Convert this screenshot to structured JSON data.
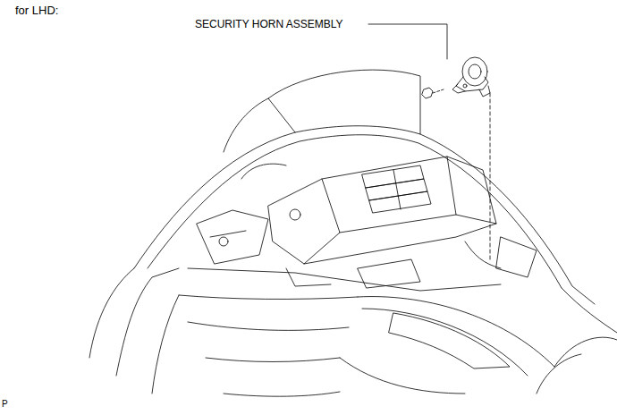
{
  "diagram": {
    "labels": [
      "for LHD:",
      "SECURITY HORN ASSEMBLY",
      "P"
    ]
  }
}
